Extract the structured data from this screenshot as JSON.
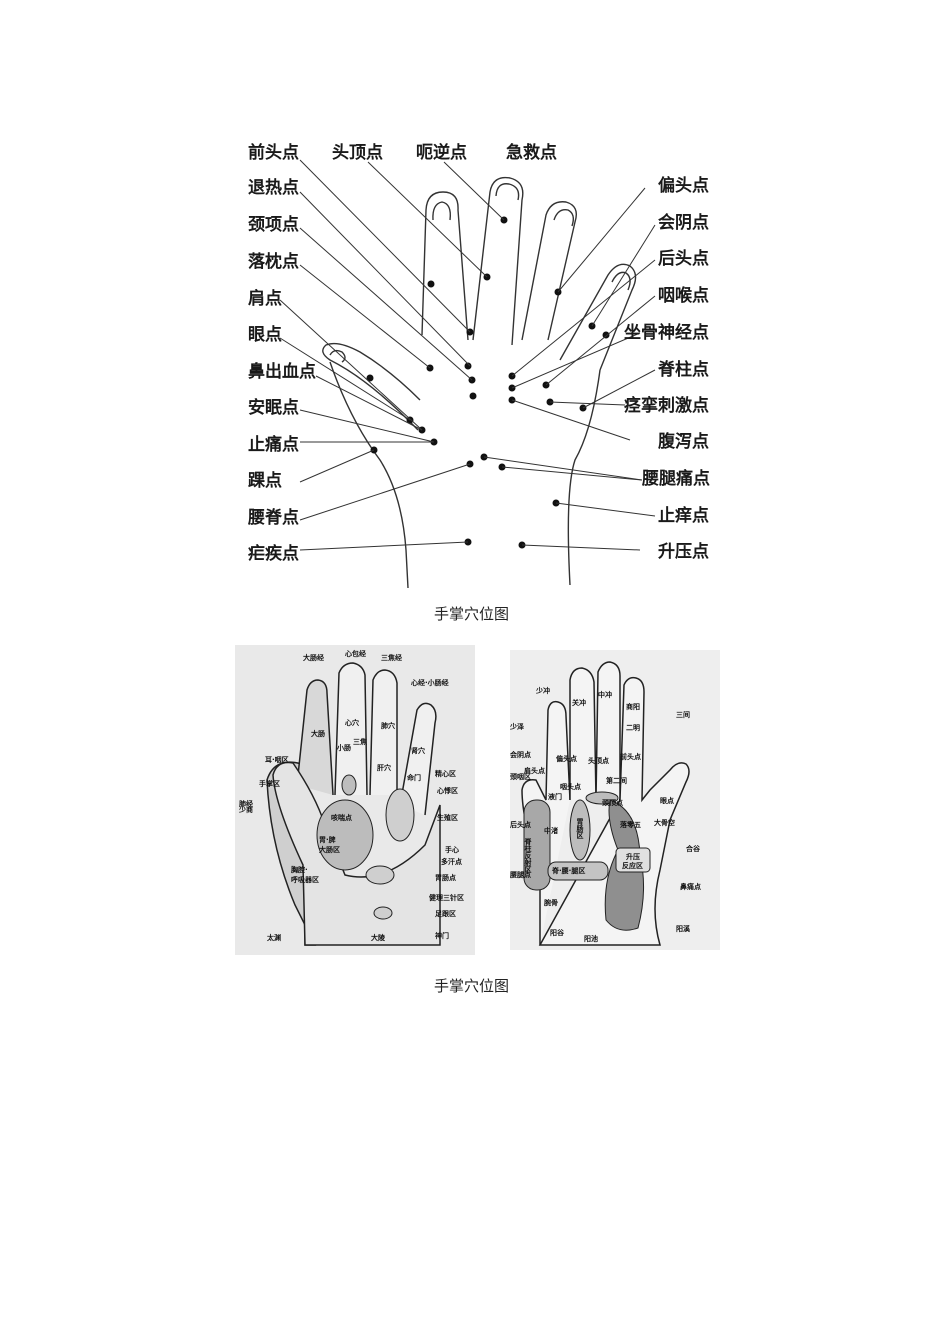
{
  "figure1": {
    "left_labels": [
      "前头点",
      "退热点",
      "颈项点",
      "落枕点",
      "肩点",
      "眼点",
      "鼻出血点",
      "安眠点",
      "止痛点",
      "踝点",
      "腰脊点",
      "疟疾点"
    ],
    "top_labels": [
      "头顶点",
      "呃逆点",
      "急救点"
    ],
    "right_labels": [
      "偏头点",
      "会阴点",
      "后头点",
      "咽喉点",
      "坐骨神经点",
      "脊柱点",
      "痉挛刺激点",
      "腹泻点",
      "腰腿痛点",
      "止痒点",
      "升压点"
    ]
  },
  "caption1": "手掌穴位图",
  "figure2": {
    "labels": [
      "大肠经",
      "心包经",
      "三焦经",
      "心经·小肠经",
      "大肠",
      "心穴",
      "肺穴",
      "小肠",
      "三焦",
      "肝穴",
      "肾穴",
      "耳·咽区",
      "手掌区",
      "命门",
      "肺经",
      "精心区",
      "心悸区",
      "少商",
      "咳喘点",
      "生殖区",
      "胃·脾",
      "大肠区",
      "手心",
      "多汗点",
      "胸腔·",
      "呼吸器区",
      "胃肠点",
      "健理三针区",
      "足跟区",
      "太渊",
      "大陵",
      "神门"
    ]
  },
  "figure3": {
    "labels": [
      "少冲",
      "关冲",
      "中冲",
      "商阳",
      "少泽",
      "二明",
      "三间",
      "会阴点",
      "肩头点",
      "偏头点",
      "头顶点",
      "前头点",
      "颈咽区",
      "液门",
      "咽头点",
      "第二间",
      "眼点",
      "颈顶点",
      "后头点",
      "大骨空",
      "中渚",
      "落零五",
      "合谷",
      "升压",
      "反应区",
      "腰腿点",
      "脊·腰·腿区",
      "鼻痛点",
      "腕骨",
      "阳溪",
      "阳谷",
      "阳池",
      "脊柱反射区",
      "胃肠区"
    ]
  },
  "caption2": "手掌穴位图"
}
